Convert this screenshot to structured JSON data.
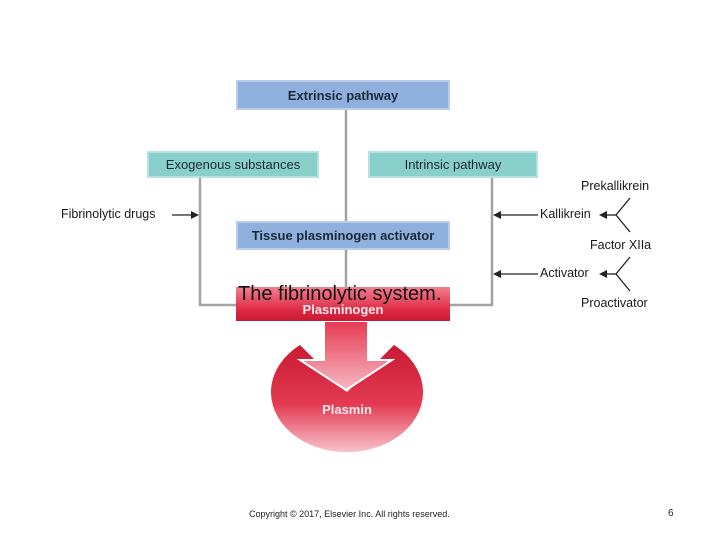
{
  "diagram": {
    "extrinsic_pathway": "Extrinsic pathway",
    "exogenous_substances": "Exogenous substances",
    "intrinsic_pathway": "Intrinsic pathway",
    "tissue_plasminogen_activator": "Tissue plasminogen activator",
    "fibrinolytic_drugs": "Fibrinolytic drugs",
    "plasminogen": "Plasminogen",
    "plasmin": "Plasmin",
    "prekallikrein": "Prekallikrein",
    "kallikrein": "Kallikrein",
    "factor_xiia": "Factor XIIa",
    "activator": "Activator",
    "proactivator": "Proactivator"
  },
  "slide": {
    "caption": "The fibrinolytic system.",
    "copyright": "Copyright © 2017, Elsevier Inc. All rights reserved.",
    "page_number": "6"
  },
  "colors": {
    "blue_box": "#8fb0dc",
    "teal_box": "#88cfc9",
    "red": "#de2742",
    "connector": "#9a9a9a"
  }
}
